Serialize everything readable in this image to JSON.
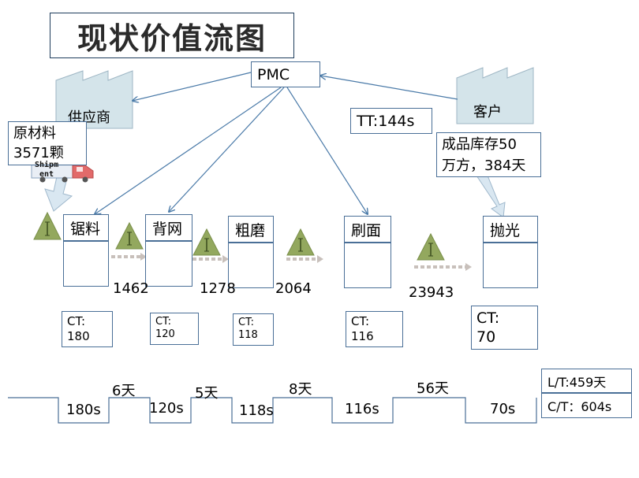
{
  "title": "现状价值流图",
  "pmc": "PMC",
  "takt": "TT:144s",
  "supplier": {
    "label": "供应商"
  },
  "customer": {
    "label": "客户"
  },
  "raw_material": {
    "line1": "原材料",
    "line2": "3571颗"
  },
  "finished_goods": {
    "line1": "成品库存50",
    "line2": "万方，384天"
  },
  "shipment": {
    "line1": "Shipm",
    "line2": "ent"
  },
  "processes": [
    {
      "name": "锯料",
      "ct_label": "CT:",
      "ct_value": "180",
      "cycle": "180s"
    },
    {
      "name": "背网",
      "ct_label": "CT:",
      "ct_value": "120",
      "cycle": "120s"
    },
    {
      "name": "粗磨",
      "ct_label": "CT:",
      "ct_value": "118",
      "cycle": "118s"
    },
    {
      "name": "刷面",
      "ct_label": "CT:",
      "ct_value": "116",
      "cycle": "116s"
    },
    {
      "name": "抛光",
      "ct_label": "CT:",
      "ct_value": "70",
      "cycle": "70s"
    }
  ],
  "inventory": [
    "1462",
    "1278",
    "2064",
    "23943"
  ],
  "wait_days": [
    "6天",
    "5天",
    "8天",
    "56天"
  ],
  "summary": {
    "lead_time": "L/T:459天",
    "cycle_time": "C/T：604s"
  },
  "colors": {
    "box_border": "#4a6f97",
    "factory_fill": "#d4e4ea",
    "inventory_triangle": "#93a85e",
    "push_arrow": "#c8c0bb",
    "truck": "#e26a6a"
  }
}
